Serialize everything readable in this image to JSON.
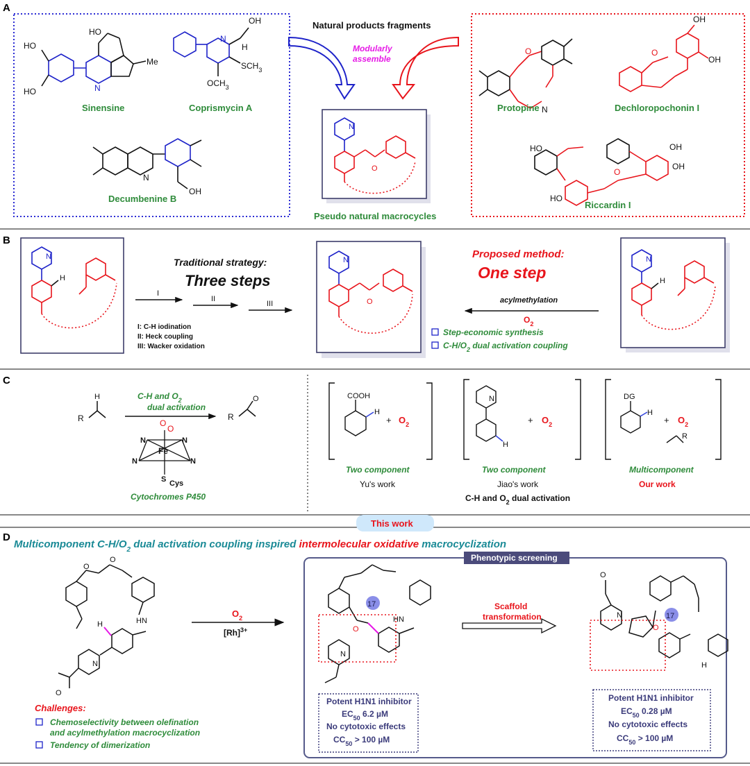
{
  "colors": {
    "red": "#e8141b",
    "blue": "#1d22c9",
    "green": "#2e8b3a",
    "teal": "#1a8a96",
    "magenta": "#e619e6",
    "box": "#3d3d6b",
    "thisWork": "#cfe8fb"
  },
  "panelA": {
    "letter": "A",
    "header": "Natural products fragments",
    "modular_1": "Modularly",
    "modular_2": "assemble",
    "sinensine": {
      "name": "Sinensine",
      "ho1": "HO",
      "ho2": "HO",
      "ho3": "HO",
      "me": "Me",
      "n": "N"
    },
    "coprismycin": {
      "name": "Coprismycin A",
      "oh": "OH",
      "n": "N",
      "h": "H",
      "sch3": "SCH",
      "sch3_sub": "3",
      "och3": "OCH",
      "och3_sub": "3"
    },
    "decumbenine": {
      "name": "Decumbenine B",
      "oh": "OH",
      "n": "N"
    },
    "pseudo": {
      "name": "Pseudo natural macrocycles",
      "n": "N",
      "o": "O"
    },
    "protopine": {
      "name": "Protopine",
      "o": "O",
      "n": "N"
    },
    "dechloro": {
      "name": "Dechloropochonin I",
      "oh1": "OH",
      "oh2": "OH",
      "o": "O"
    },
    "riccardin": {
      "name": "Riccardin I",
      "ho1": "HO",
      "ho2": "HO",
      "oh1": "OH",
      "oh2": "OH",
      "o": "O"
    }
  },
  "panelB": {
    "letter": "B",
    "trad_1": "Traditional strategy:",
    "trad_2": "Three steps",
    "step_I": "I",
    "step_II": "II",
    "step_III": "III",
    "note_I": "I: C-H iodination",
    "note_II": "II: Heck coupling",
    "note_III": "III: Wacker oxidation",
    "prop_1": "Proposed method:",
    "prop_2": "One step",
    "acyl": "acylmethylation",
    "o2": "O",
    "o2_sub": "2",
    "bullet1": "Step-economic synthesis",
    "bullet2": "C-H/O",
    "bullet2_sub": "2",
    "bullet2_rest": " dual activation coupling",
    "n": "N",
    "h": "H",
    "o": "O"
  },
  "panelC": {
    "letter": "C",
    "r": "R",
    "h": "H",
    "o": "O",
    "arrow_1": "C-H and O",
    "arrow_1_sub": "2",
    "arrow_2": "dual activation",
    "fe": "Fe",
    "n": "N",
    "scys": "S",
    "cys": "Cys",
    "o_rad": "O",
    "p450": "Cytochromes P450",
    "yu": {
      "acid": "COOH",
      "plus": "+",
      "o2": "O",
      "o2_sub": "2",
      "type": "Two component",
      "credit": "Yu's work"
    },
    "jiao": {
      "plus": "+",
      "o2": "O",
      "o2_sub": "2",
      "type": "Two component",
      "credit": "Jiao's work"
    },
    "ours": {
      "dg": "DG",
      "plus": "+",
      "o2": "O",
      "o2_sub": "2",
      "r": "R",
      "type": "Multicomponent",
      "credit": "Our work"
    },
    "dual": "C-H and O",
    "dual_sub": "2",
    "dual_rest": " dual activation"
  },
  "panelD": {
    "letter": "D",
    "thiswork": "This work",
    "title_1": "Multicomponent C-H/O",
    "title_sub": "2",
    "title_2": " dual activation coupling inspired ",
    "title_3": "intermolecular oxidative",
    "title_4": " macrocyclization",
    "o2": "O",
    "o2_sub": "2",
    "rh": "[Rh]",
    "rh_sup": "3+",
    "pheno": "Phenotypic screening",
    "scaffold_1": "Scaffold",
    "scaffold_2": "transformation",
    "badge": "17",
    "challenges": "Challenges:",
    "chal1_1": "Chemoselectivity between olefination",
    "chal1_2": "and acylmethylation macrocyclization",
    "chal2": "Tendency of dimerization",
    "o": "O",
    "n": "N",
    "hn": "HN",
    "h": "H",
    "info1": {
      "title": "Potent H1N1 inhibitor",
      "ec": "EC",
      "ec_sub": "50",
      "ec_val": " 6.2 µM",
      "cyto": "No cytotoxic effects",
      "cc": "CC",
      "cc_sub": "50",
      "cc_val": " > 100 µM"
    },
    "info2": {
      "title": "Potent H1N1 inhibitor",
      "ec": "EC",
      "ec_sub": "50",
      "ec_val": " 0.28 µM",
      "cyto": "No cytotoxic effects",
      "cc": "CC",
      "cc_sub": "50",
      "cc_val": " > 100 µM"
    }
  }
}
